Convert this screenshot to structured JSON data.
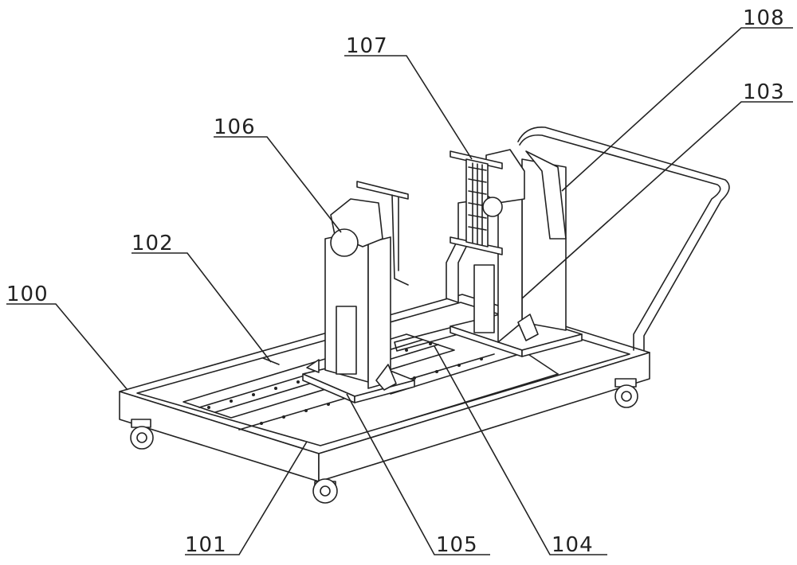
{
  "labels": {
    "frame": "100",
    "slide_rail": "101",
    "base_plate": "102",
    "second_support": "103",
    "rail_track": "104",
    "slide_base": "105",
    "rotary_disc": "106",
    "clamp_fixture": "107",
    "handle_support": "108"
  },
  "colors": {
    "line": "#222222",
    "background": "#ffffff"
  }
}
